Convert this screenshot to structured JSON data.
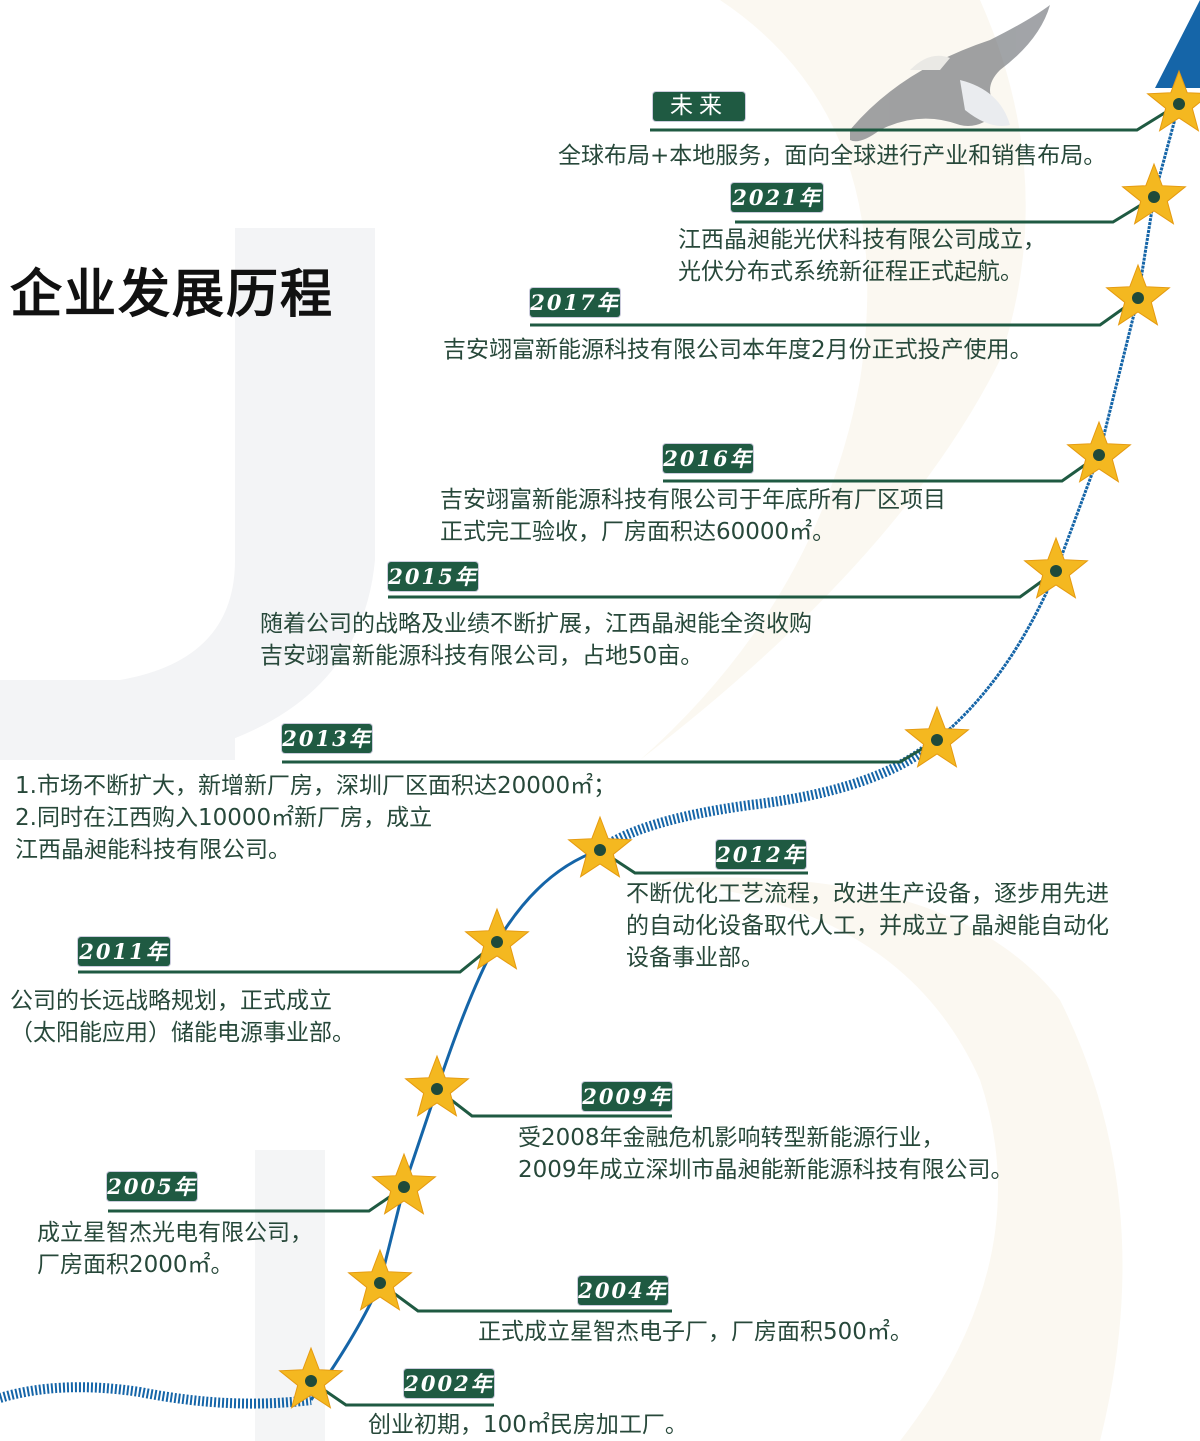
{
  "title": "企业发展历程",
  "colors": {
    "label_bg": "#1f5a42",
    "text": "#27483a",
    "curve": "#1565a8",
    "star": "#f4b820",
    "leader": "#1f5a42"
  },
  "events": [
    {
      "label": "未来",
      "lines": [
        "全球布局+本地服务，面向全球进行产业和销售布局。"
      ]
    },
    {
      "label": "2021年",
      "lines": [
        "江西晶昶能光伏科技有限公司成立，",
        "光伏分布式系统新征程正式起航。"
      ]
    },
    {
      "label": "2017年",
      "lines": [
        "吉安翊富新能源科技有限公司本年度2月份正式投产使用。"
      ]
    },
    {
      "label": "2016年",
      "lines": [
        "吉安翊富新能源科技有限公司于年底所有厂区项目",
        "正式完工验收，厂房面积达60000㎡。"
      ]
    },
    {
      "label": "2015年",
      "lines": [
        "随着公司的战略及业绩不断扩展，江西晶昶能全资收购",
        "吉安翊富新能源科技有限公司，占地50亩。"
      ]
    },
    {
      "label": "2013年",
      "lines": [
        "1.市场不断扩大，新增新厂房，深圳厂区面积达20000㎡；",
        "2.同时在江西购入10000㎡新厂房，成立",
        "江西晶昶能科技有限公司。"
      ]
    },
    {
      "label": "2012年",
      "lines": [
        "不断优化工艺流程，改进生产设备，逐步用先进",
        "的自动化设备取代人工，并成立了晶昶能自动化",
        "设备事业部。"
      ]
    },
    {
      "label": "2011年",
      "lines": [
        "公司的长远战略规划，正式成立",
        "（太阳能应用）储能电源事业部。"
      ]
    },
    {
      "label": "2009年",
      "lines": [
        "受2008年金融危机影响转型新能源行业，",
        "2009年成立深圳市晶昶能新能源科技有限公司。"
      ]
    },
    {
      "label": "2005年",
      "lines": [
        "成立星智杰光电有限公司，",
        "厂房面积2000㎡。"
      ]
    },
    {
      "label": "2004年",
      "lines": [
        "正式成立星智杰电子厂，厂房面积500㎡。"
      ]
    },
    {
      "label": "2002年",
      "lines": [
        "创业初期，100㎡民房加工厂。"
      ]
    }
  ]
}
